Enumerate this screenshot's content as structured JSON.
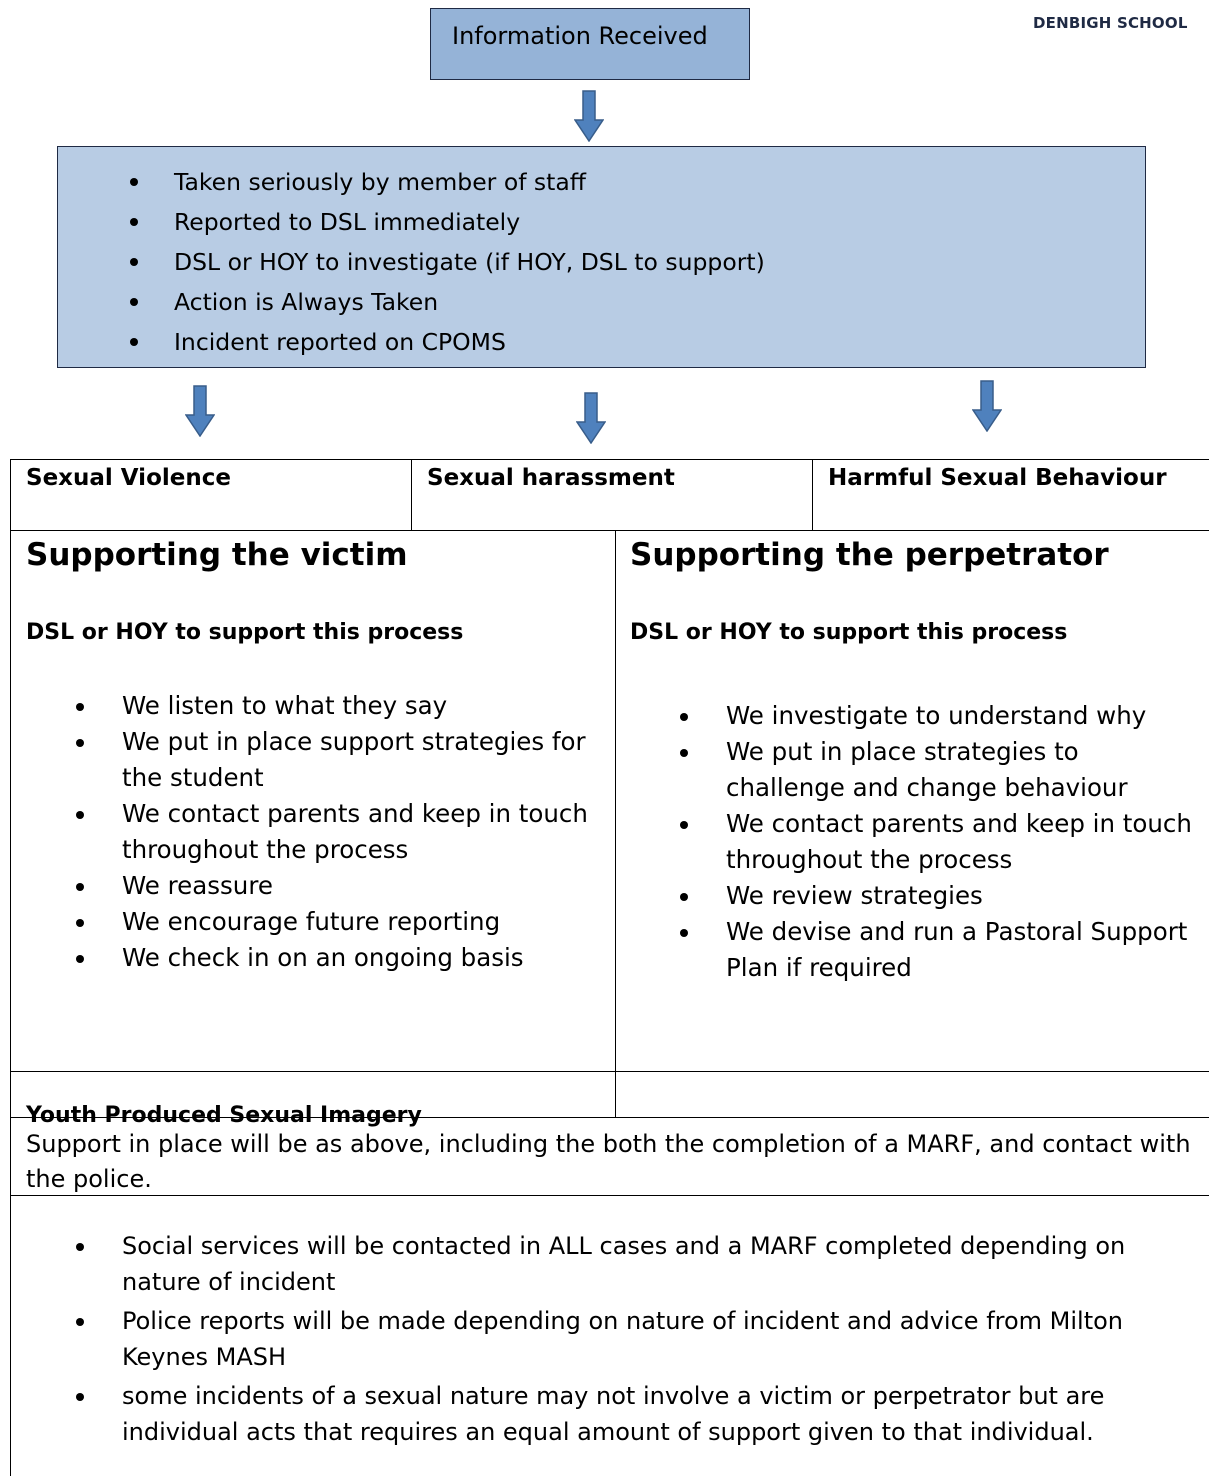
{
  "logo": {
    "text": "DENBIGH SCHOOL"
  },
  "header_box": {
    "label": "Information Received"
  },
  "process_box": {
    "items": [
      "Taken seriously by member of staff",
      "Reported to DSL immediately",
      "DSL or HOY to investigate (if HOY, DSL to support)",
      "Action is Always Taken",
      "Incident reported on CPOMS"
    ]
  },
  "categories": [
    "Sexual Violence",
    "Sexual harassment",
    "Harmful Sexual Behaviour"
  ],
  "victim": {
    "title": "Supporting the victim",
    "subtitle": "DSL or HOY to support this process",
    "items": [
      "We listen to what they say",
      "We put in place support strategies for the student",
      "We contact parents and keep in touch throughout the process",
      "We reassure",
      "We encourage future reporting",
      "We check in on an ongoing basis"
    ]
  },
  "perpetrator": {
    "title": "Supporting the perpetrator",
    "subtitle": "DSL or HOY to support this process",
    "items": [
      "We investigate to understand why",
      "We put in place strategies to challenge and change behaviour",
      "We contact parents and keep in touch throughout the process",
      "We review strategies",
      "We devise and run a Pastoral Support Plan if required"
    ]
  },
  "ypsi": {
    "title": "Youth Produced Sexual Imagery",
    "text": "Support in place will be as above, including the both the completion of a MARF, and contact with the police."
  },
  "bottom": {
    "items": [
      "Social services will be contacted in ALL cases and a MARF completed depending on nature of incident",
      "Police reports will be made depending on nature of incident and advice from Milton Keynes MASH",
      "some incidents of a sexual nature may not involve a victim or perpetrator but are individual acts that requires an equal amount of support given to that individual."
    ]
  },
  "colors": {
    "box_fill_dark": "#95b3d7",
    "box_fill_light": "#b8cce4",
    "arrow_fill": "#4f81bd",
    "arrow_stroke": "#385d8a"
  }
}
